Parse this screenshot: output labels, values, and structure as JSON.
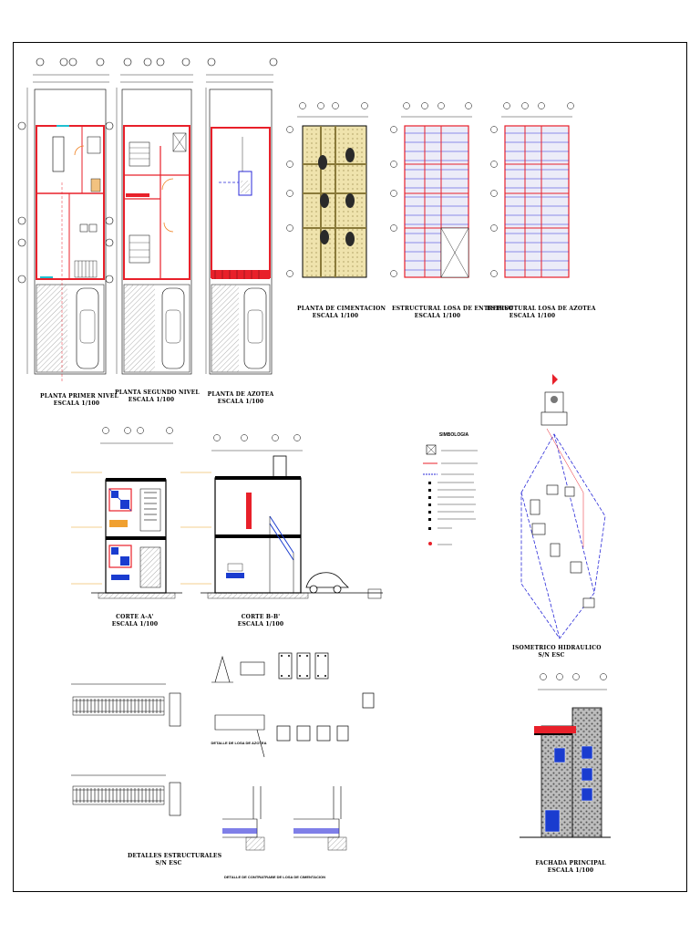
{
  "drawings": {
    "plan_1": {
      "title": "PLANTA PRIMER NIVEL",
      "scale": "ESCALA 1/100"
    },
    "plan_2": {
      "title": "PLANTA SEGUNDO NIVEL",
      "scale": "ESCALA 1/100"
    },
    "plan_roof": {
      "title": "PLANTA DE AZOTEA",
      "scale": "ESCALA 1/100"
    },
    "foundation": {
      "title": "PLANTA DE CIMENTACION",
      "scale": "ESCALA 1/100"
    },
    "slab_mezz": {
      "title": "ESTRUCTURAL LOSA DE ENTREPISO",
      "scale": "ESCALA 1/100"
    },
    "slab_roof": {
      "title": "ESTRUCTURAL LOSA DE AZOTEA",
      "scale": "ESCALA 1/100"
    },
    "section_a": {
      "title": "CORTE A-A'",
      "scale": "ESCALA 1/100"
    },
    "section_b": {
      "title": "CORTE B-B'",
      "scale": "ESCALA 1/100"
    },
    "legend": {
      "title": "SIMBOLOGIA"
    },
    "isometric": {
      "title": "ISOMETRICO HIDRAULICO",
      "scale": "S/N ESC"
    },
    "facade": {
      "title": "FACHADA PRINCIPAL",
      "scale": "ESCALA 1/100"
    },
    "struct_details": {
      "title": "DETALLES ESTRUCTURALES",
      "scale": "S/N ESC"
    },
    "slab_detail": {
      "title": "DETALLE DE LOSA DE AZOTEA"
    },
    "foundation_detail": {
      "title": "DETALLE DE CONTRATRABE DE LOSA DE CIMENTACION"
    }
  },
  "colors": {
    "wall": "#e8202a",
    "dim": "#000000",
    "beam": "#2a2ad8",
    "slab_fill": "#d8d8f0",
    "found_fill": "#e6d9a0",
    "window": "#1a3ccf",
    "stone": "#777777",
    "hatch": "#999999"
  }
}
